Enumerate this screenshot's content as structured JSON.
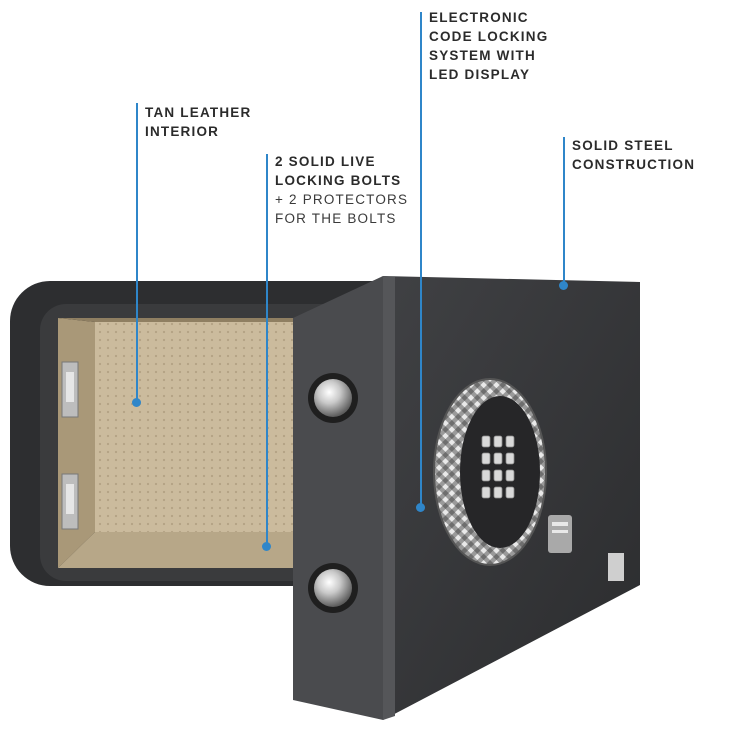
{
  "callouts": [
    {
      "id": "interior",
      "title": "TAN LEATHER\nINTERIOR",
      "detail": ""
    },
    {
      "id": "bolts",
      "title": "2 SOLID LIVE\nLOCKING BOLTS",
      "detail": "+ 2 PROTECTORS\nFOR THE BOLTS"
    },
    {
      "id": "lock",
      "title": "ELECTRONIC\nCODE LOCKING\nSYSTEM WITH\nLED DISPLAY",
      "detail": ""
    },
    {
      "id": "steel",
      "title": "SOLID STEEL\nCONSTRUCTION",
      "detail": ""
    }
  ],
  "colors": {
    "accent": "#2f86c9",
    "body": "#2e2f31",
    "interior": "#c9b89a",
    "door": "#3a3b3d"
  },
  "keypad": {
    "rows": 4,
    "cols": 3
  }
}
